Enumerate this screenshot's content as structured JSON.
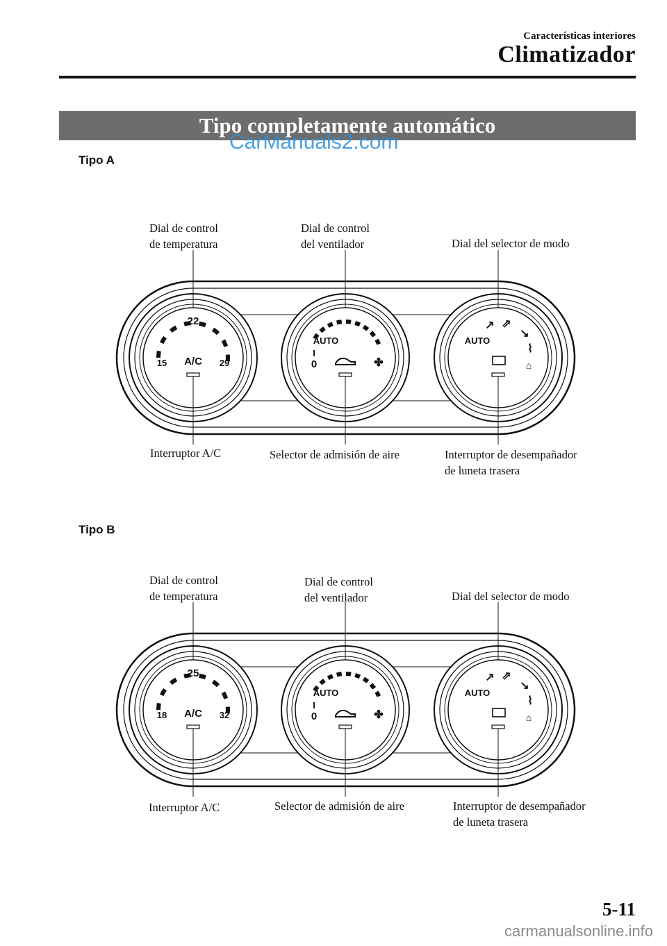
{
  "header": {
    "subtitle": "Características interiores",
    "title": "Climatizador"
  },
  "banner_title": "Tipo completamente automático",
  "watermark": "CarManuals2.com",
  "panels": [
    {
      "heading": "Tipo A",
      "labels": {
        "temp_dial": [
          "Dial de control",
          "de temperatura"
        ],
        "fan_dial": [
          "Dial de control",
          "del ventilador"
        ],
        "mode_dial": "Dial del selector de modo",
        "ac_switch": "Interruptor A/C",
        "intake_selector": "Selector de admisión de aire",
        "rear_defrost": [
          "Interruptor de desempañador",
          "de luneta trasera"
        ]
      },
      "dial": {
        "temp_low": "15",
        "temp_mid": "22",
        "temp_high": "29",
        "ac": "A/C",
        "auto": "AUTO",
        "zero": "0",
        "one": "I"
      }
    },
    {
      "heading": "Tipo B",
      "labels": {
        "temp_dial": [
          "Dial de control",
          "de temperatura"
        ],
        "fan_dial": [
          "Dial de control",
          "del ventilador"
        ],
        "mode_dial": "Dial del selector de modo",
        "ac_switch": "Interruptor A/C",
        "intake_selector": "Selector de admisión de aire",
        "rear_defrost": [
          "Interruptor de desempañador",
          "de luneta trasera"
        ]
      },
      "dial": {
        "temp_low": "18",
        "temp_mid": "25",
        "temp_high": "32",
        "ac": "A/C",
        "auto": "AUTO",
        "zero": "0",
        "one": "I"
      }
    }
  ],
  "page_number": "5-11",
  "footer_watermark": "carmanualsonline.info"
}
